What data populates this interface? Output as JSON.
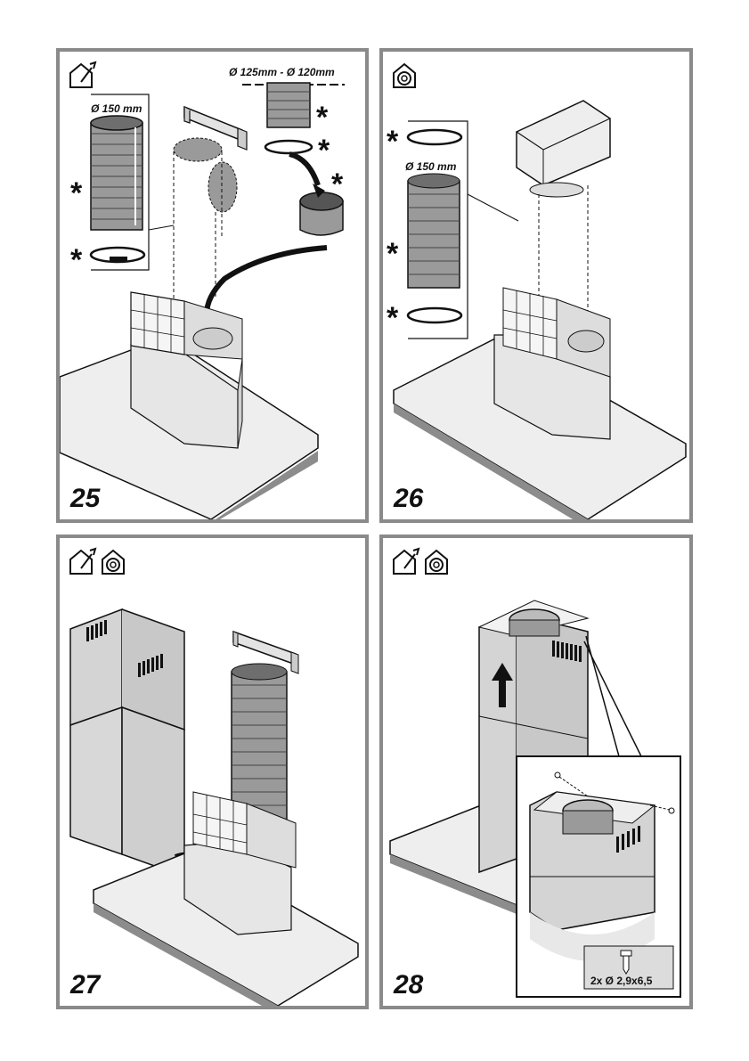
{
  "steps": [
    {
      "number": "25",
      "icons": [
        "ducted-mode-icon"
      ],
      "dim_duct": "Ø 150 mm",
      "dim_adapter": "Ø 125mm - Ø 120mm",
      "marker": "*"
    },
    {
      "number": "26",
      "icons": [
        "recirculation-mode-icon"
      ],
      "dim_duct": "Ø 150 mm",
      "marker": "*"
    },
    {
      "number": "27",
      "icons": [
        "ducted-mode-icon",
        "recirculation-mode-icon"
      ]
    },
    {
      "number": "28",
      "icons": [
        "ducted-mode-icon",
        "recirculation-mode-icon"
      ],
      "screw_spec": "2x Ø 2,9x6,5"
    }
  ],
  "colors": {
    "border": "#8a8a8a",
    "panel_bg": "#ffffff",
    "metal": "#d9d9d9",
    "duct": "#9a9a9a",
    "dark": "#111111"
  }
}
